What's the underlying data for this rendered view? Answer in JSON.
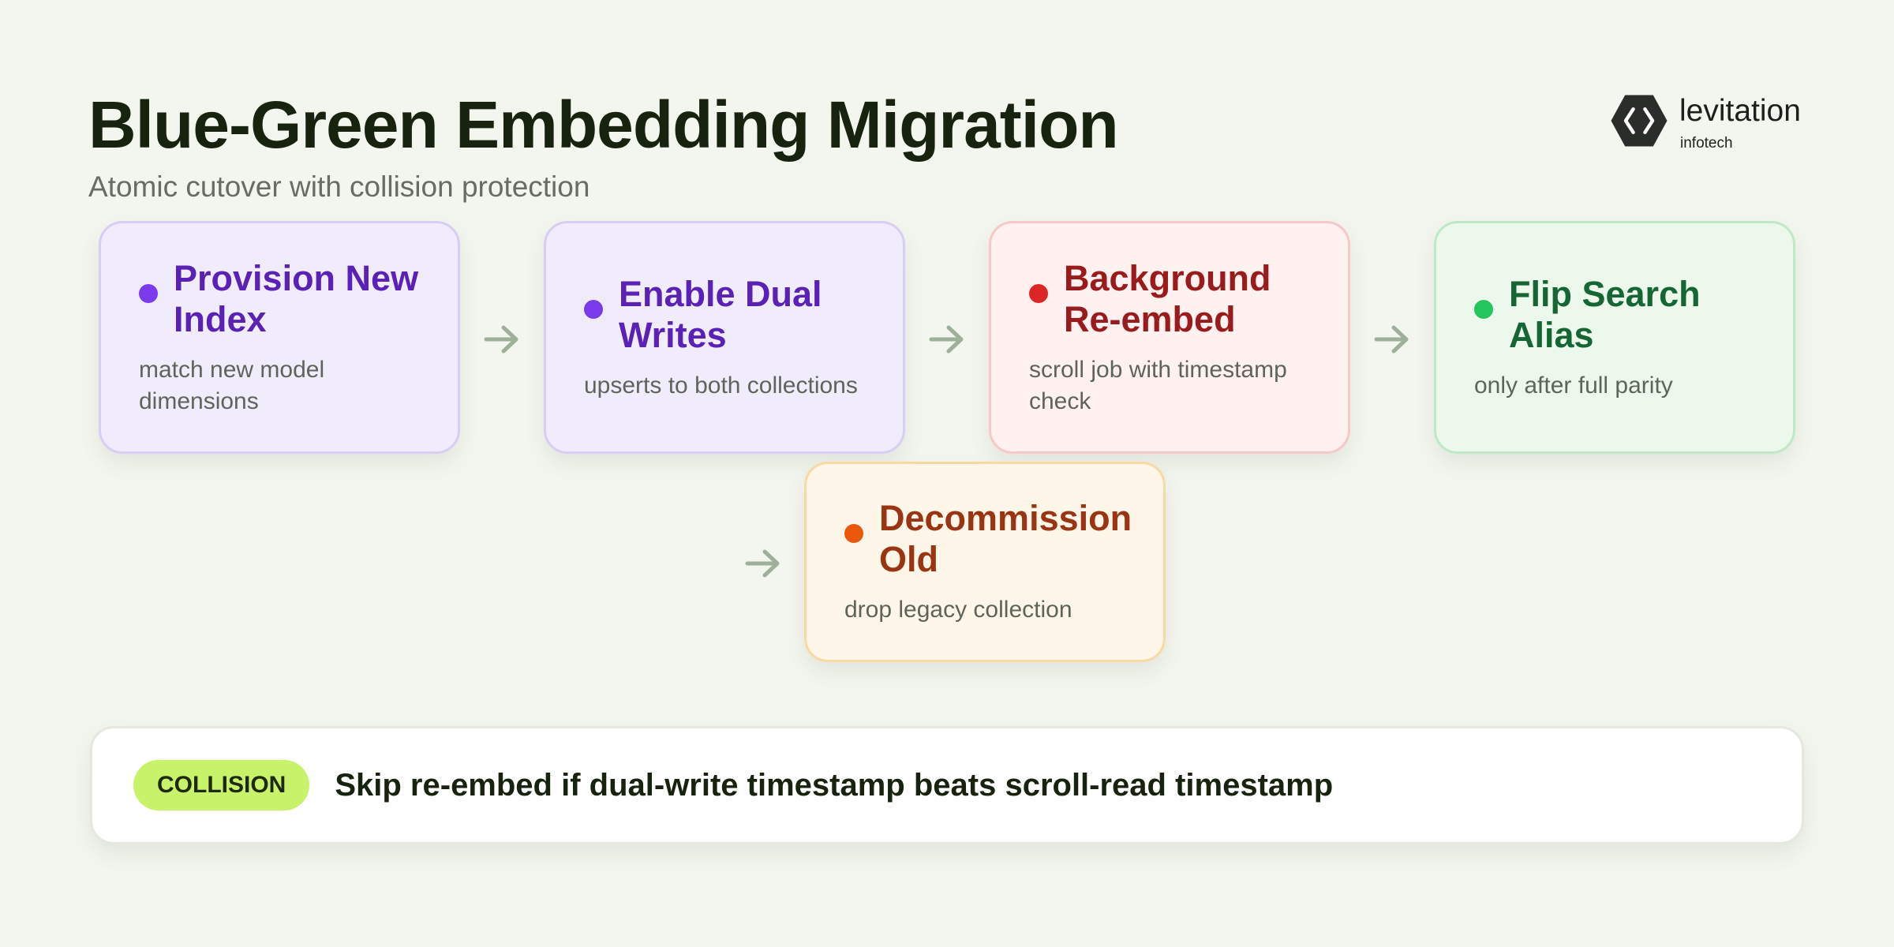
{
  "header": {
    "title": "Blue-Green Embedding Migration",
    "subtitle": "Atomic cutover with collision protection"
  },
  "logo": {
    "name": "levitation",
    "sub": "infotech",
    "icon": "hexagon-code-logo-icon"
  },
  "steps": [
    {
      "title": "Provision New Index",
      "description": "match new model dimensions",
      "color": "#7c3aed"
    },
    {
      "title": "Enable Dual Writes",
      "description": "upserts to both collections",
      "color": "#7c3aed"
    },
    {
      "title": "Background Re-embed",
      "description": "scroll job with timestamp check",
      "color": "#dc2626"
    },
    {
      "title": "Flip Search Alias",
      "description": "only after full parity",
      "color": "#22c55e"
    },
    {
      "title": "Decommission Old",
      "description": "drop legacy collection",
      "color": "#ea580c"
    }
  ],
  "note": {
    "badge": "COLLISION",
    "text": "Skip re-embed if dual-write timestamp beats scroll-read timestamp",
    "badge_color": "#c8f26a"
  },
  "colors": {
    "background": "#f3f6ee",
    "arrow": "#9fb09a"
  }
}
